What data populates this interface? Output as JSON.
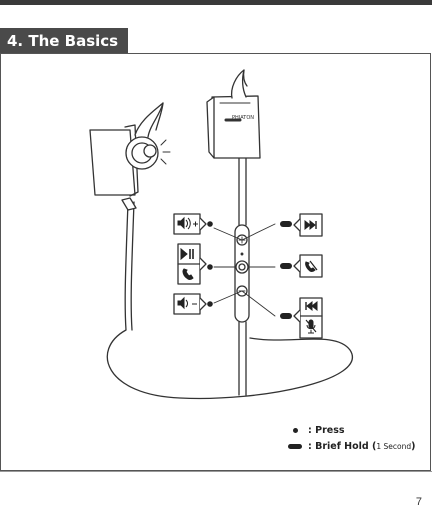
{
  "section": {
    "title": "4. The Basics"
  },
  "device": {
    "brand": "PHIATON"
  },
  "controls": {
    "left_labels": [
      {
        "icon": "volume-up-icon",
        "sign": "+"
      },
      {
        "icon": "play-pause-icon",
        "sign": ""
      },
      {
        "icon": "volume-down-icon",
        "sign": "−"
      }
    ],
    "right_labels": [
      {
        "icon": "next-track-icon"
      },
      {
        "icon": "reject-call-icon"
      },
      {
        "icon": "previous-track-icon"
      }
    ]
  },
  "legend": {
    "press_label": ": Press",
    "hold_label": ": Brief Hold (",
    "hold_note": "1 Second",
    "hold_close": ")"
  },
  "page": {
    "number": "7"
  }
}
